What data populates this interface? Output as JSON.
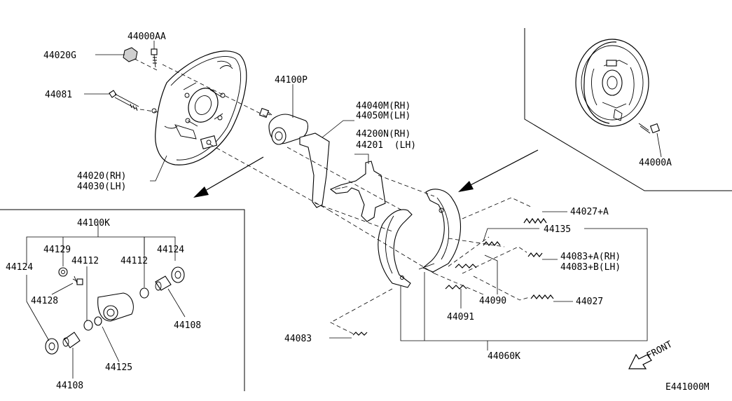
{
  "diagram": {
    "code": "E441000M",
    "front_label": "FRONT"
  },
  "labels": {
    "p44000AA": "44000AA",
    "p44020G": "44020G",
    "p44081": "44081",
    "p44020_30": [
      "44020(RH)",
      "44030(LH)"
    ],
    "p44100P": "44100P",
    "p44040_50": [
      "44040M(RH)",
      "44050M(LH)"
    ],
    "p44200_201": [
      "44200N(RH)",
      "44201  (LH)"
    ],
    "p44000A": "44000A",
    "p44027A": "44027+A",
    "p44135": "44135",
    "p44083AB": [
      "44083+A(RH)",
      "44083+B(LH)"
    ],
    "p44090": "44090",
    "p44027": "44027",
    "p44091": "44091",
    "p44083": "44083",
    "p44060K": "44060K",
    "p44100K": "44100K",
    "p44129": "44129",
    "p44124_left": "44124",
    "p44112_left": "44112",
    "p44112_right": "44112",
    "p44124_right": "44124",
    "p44128": "44128",
    "p44108_right": "44108",
    "p44125": "44125",
    "p44108_bottom": "44108"
  }
}
